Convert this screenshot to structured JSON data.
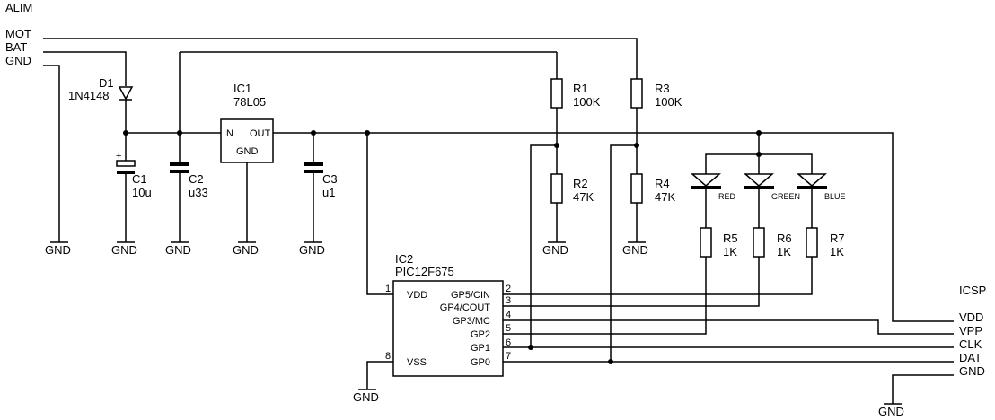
{
  "header": {
    "alim": "ALIM",
    "mot": "MOT",
    "bat": "BAT",
    "gnd": "GND"
  },
  "gnd_label": "GND",
  "d1": {
    "ref": "D1",
    "value": "1N4148"
  },
  "c1": {
    "ref": "C1",
    "value": "10u",
    "plus": "+"
  },
  "c2": {
    "ref": "C2",
    "value": "u33"
  },
  "c3": {
    "ref": "C3",
    "value": "u1"
  },
  "ic1": {
    "ref": "IC1",
    "value": "78L05",
    "pin_in": "IN",
    "pin_out": "OUT",
    "pin_gnd": "GND"
  },
  "r1": {
    "ref": "R1",
    "value": "100K"
  },
  "r2": {
    "ref": "R2",
    "value": "47K"
  },
  "r3": {
    "ref": "R3",
    "value": "100K"
  },
  "r4": {
    "ref": "R4",
    "value": "47K"
  },
  "r5": {
    "ref": "R5",
    "value": "1K"
  },
  "r6": {
    "ref": "R6",
    "value": "1K"
  },
  "r7": {
    "ref": "R7",
    "value": "1K"
  },
  "leds": {
    "red": "RED",
    "green": "GREEN",
    "blue": "BLUE"
  },
  "ic2": {
    "ref": "IC2",
    "value": "PIC12F675",
    "vdd": "VDD",
    "vss": "VSS",
    "pin1": "1",
    "pin8": "8",
    "pins": [
      {
        "num": "2",
        "name": "GP5/CIN"
      },
      {
        "num": "3",
        "name": "GP4/COUT"
      },
      {
        "num": "4",
        "name": "GP3/MC"
      },
      {
        "num": "5",
        "name": "GP2"
      },
      {
        "num": "6",
        "name": "GP1"
      },
      {
        "num": "7",
        "name": "GP0"
      }
    ]
  },
  "icsp": {
    "title": "ICSP",
    "vdd": "VDD",
    "vpp": "VPP",
    "clk": "CLK",
    "dat": "DAT",
    "gnd": "GND"
  }
}
